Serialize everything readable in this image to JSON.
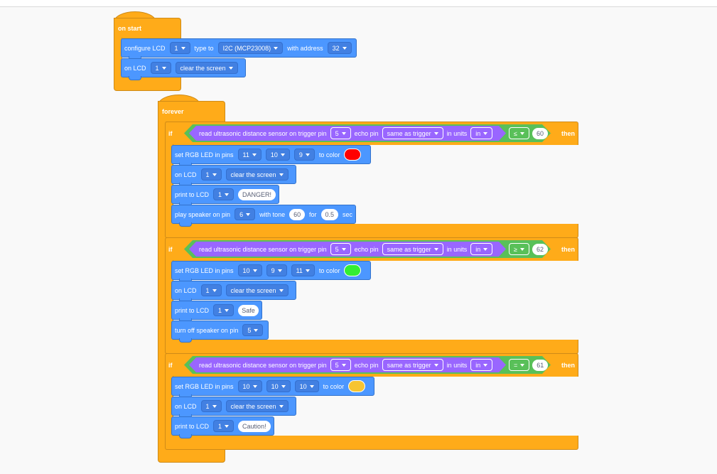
{
  "on_start": {
    "label": "on start",
    "configure": {
      "text1": "configure LCD",
      "lcd": "1",
      "text2": "type to",
      "type": "I2C (MCP23008)",
      "text3": "with address",
      "address": "32"
    },
    "on_lcd": {
      "text": "on LCD",
      "lcd": "1",
      "action": "clear the screen"
    }
  },
  "forever": {
    "label": "forever",
    "ifs": [
      {
        "if_label": "if",
        "then_label": "then",
        "sensor": {
          "text1": "read ultrasonic distance sensor on trigger pin",
          "trig": "5",
          "text2": "echo pin",
          "echo": "same as trigger",
          "text3": "in units",
          "units": "in"
        },
        "op": "≤",
        "value": "60",
        "rgb": {
          "text1": "set RGB LED in pins",
          "p1": "11",
          "p2": "10",
          "p3": "9",
          "text2": "to color",
          "color": "#ff0000"
        },
        "clear": {
          "text": "on LCD",
          "lcd": "1",
          "action": "clear the screen"
        },
        "print": {
          "text": "print to LCD",
          "lcd": "1",
          "msg": "DANGER!"
        },
        "speaker": {
          "text1": "play speaker on pin",
          "pin": "6",
          "text2": "with tone",
          "tone": "60",
          "text3": "for",
          "dur": "0.5",
          "text4": "sec"
        }
      },
      {
        "if_label": "if",
        "then_label": "then",
        "sensor": {
          "text1": "read ultrasonic distance sensor on trigger pin",
          "trig": "5",
          "text2": "echo pin",
          "echo": "same as trigger",
          "text3": "in units",
          "units": "in"
        },
        "op": "≥",
        "value": "62",
        "rgb": {
          "text1": "set RGB LED in pins",
          "p1": "10",
          "p2": "9",
          "p3": "11",
          "text2": "to color",
          "color": "#33ee33"
        },
        "clear": {
          "text": "on LCD",
          "lcd": "1",
          "action": "clear the screen"
        },
        "print": {
          "text": "print to LCD",
          "lcd": "1",
          "msg": "Safe"
        },
        "speaker_off": {
          "text": "turn off speaker on pin",
          "pin": "5"
        }
      },
      {
        "if_label": "if",
        "then_label": "then",
        "sensor": {
          "text1": "read ultrasonic distance sensor on trigger pin",
          "trig": "5",
          "text2": "echo pin",
          "echo": "same as trigger",
          "text3": "in units",
          "units": "in"
        },
        "op": "=",
        "value": "61",
        "rgb": {
          "text1": "set RGB LED in pins",
          "p1": "10",
          "p2": "10",
          "p3": "10",
          "text2": "to color",
          "color": "#f6c431"
        },
        "clear": {
          "text": "on LCD",
          "lcd": "1",
          "action": "clear the screen"
        },
        "print": {
          "text": "print to LCD",
          "lcd": "1",
          "msg": "Caution!"
        }
      }
    ]
  },
  "colors": {
    "control": "#ffab19",
    "statement": "#4c97ff",
    "sensor": "#9966ff",
    "operator": "#59c059"
  }
}
